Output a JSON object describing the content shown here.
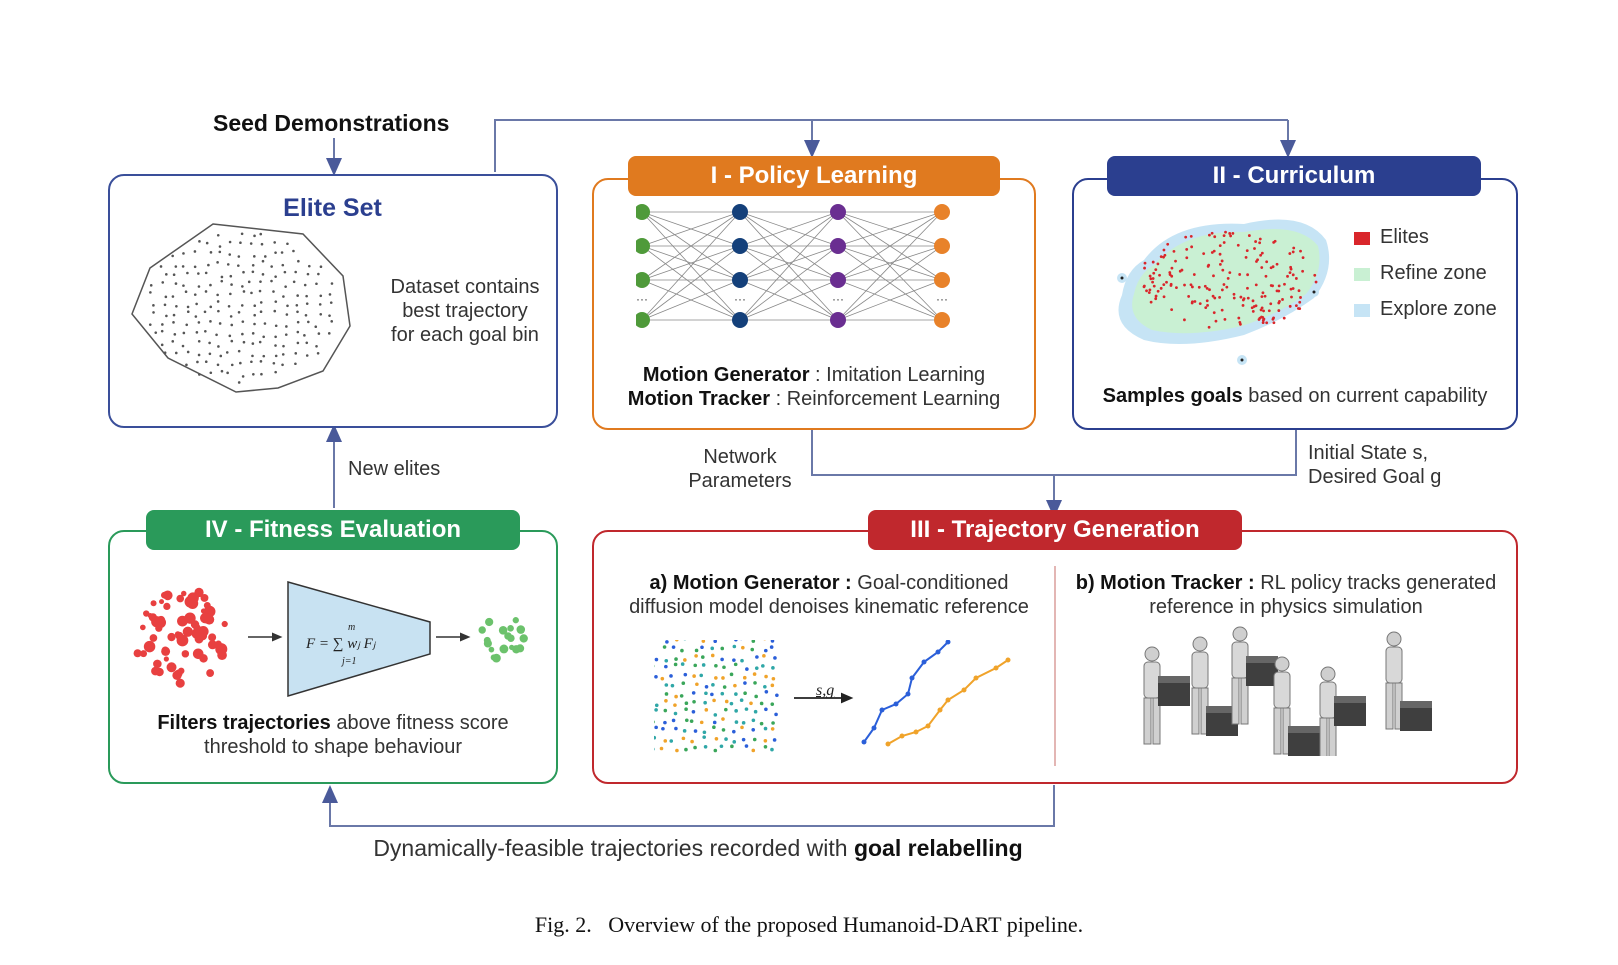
{
  "seed": {
    "label": "Seed Demonstrations"
  },
  "elite": {
    "title": "Elite Set",
    "desc_1": "Dataset contains",
    "desc_2": "best trajectory",
    "desc_3": "for each  goal bin"
  },
  "policy": {
    "title": "I - Policy Learning",
    "gen_bold": "Motion Generator",
    "gen_text": " : Imitation Learning",
    "trk_bold": "Motion Tracker",
    "trk_text": " : Reinforcement Learning",
    "node_colors": [
      "#4f9a3a",
      "#14407a",
      "#6a2e91",
      "#e8822a"
    ]
  },
  "curriculum": {
    "title": "II - Curriculum",
    "legend": [
      {
        "label": "Elites",
        "color": "#d9262b"
      },
      {
        "label": "Refine zone",
        "color": "#c9f0d3"
      },
      {
        "label": "Explore zone",
        "color": "#c6e4f5"
      }
    ],
    "note_bold": "Samples goals",
    "note_text": " based on current capability"
  },
  "edges": {
    "new_elites": "New elites",
    "network_1": "Network",
    "network_2": "Parameters",
    "state_1": "Initial State s,",
    "state_2": "Desired Goal g",
    "bottom_text": "Dynamically-feasible trajectories recorded with ",
    "bottom_bold": "goal relabelling"
  },
  "fitness": {
    "title": "IV - Fitness Evaluation",
    "formula": "F = ∑ wⱼ Fⱼ",
    "formula_top": "m",
    "formula_bottom": "j=1",
    "note_bold": "Filters trajectories",
    "note_text": " above fitness score",
    "note_2": "threshold to shape behaviour"
  },
  "trajgen": {
    "title": "III - Trajectory Generation",
    "a_bold": "a) Motion Generator :",
    "a_text": " Goal-conditioned",
    "a_2": "diffusion model denoises kinematic reference",
    "b_bold": "b) Motion Tracker :",
    "b_text": " RL policy tracks generated",
    "b_2": "reference in physics simulation",
    "sg": "s,g"
  },
  "colors": {
    "elite": "#3a4f9a",
    "policy": "#e07a1f",
    "curriculum": "#2b3f8f",
    "fitness": "#2a9a5a",
    "trajgen": "#c0282d",
    "arrow": "#4a5a9a"
  },
  "caption": "Fig. 2.   Overview of the proposed Humanoid-DART pipeline."
}
